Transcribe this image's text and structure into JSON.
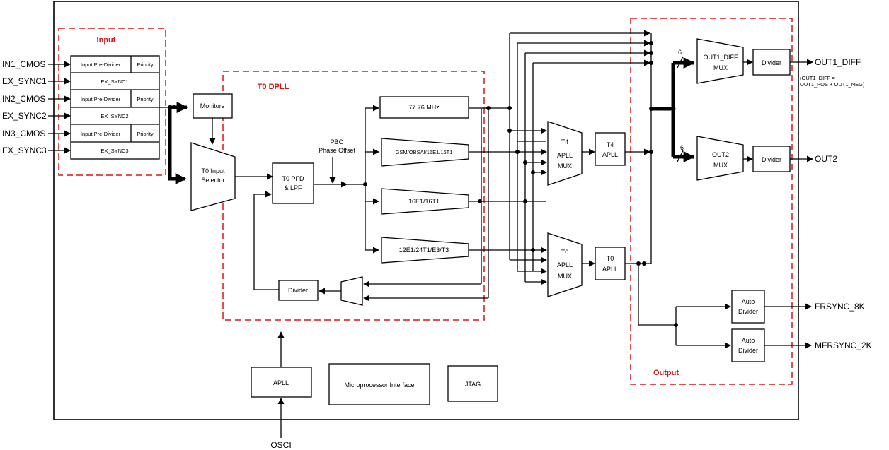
{
  "sections": {
    "input": "Input",
    "t0_dpll": "T0 DPLL",
    "output": "Output"
  },
  "inputs": {
    "in1_cmos": "IN1_CMOS",
    "ex_sync1": "EX_SYNC1",
    "in2_cmos": "IN2_CMOS",
    "ex_sync2": "EX_SYNC2",
    "in3_cmos": "IN3_CMOS",
    "ex_sync3": "EX_SYNC3",
    "pre_divider": "Input Pre-Divider",
    "priority": "Priority",
    "ex_sync1_cell": "EX_SYNC1",
    "ex_sync2_cell": "EX_SYNC2",
    "ex_sync3_cell": "EX_SYNC3"
  },
  "blocks": {
    "monitors": "Monitors",
    "t0_input_selector": [
      "T0 Input",
      "Selector"
    ],
    "t0_pfd_lpf": [
      "T0 PFD",
      "& LPF"
    ],
    "pbo_phase_offset": [
      "PBO",
      "Phase Offset"
    ],
    "freq_77_76": "77.76 MHz",
    "freq_gsm": "GSM/OBSAI/16E1/16T1",
    "freq_16e1": "16E1/16T1",
    "freq_12e1": "12E1/24T1/E3/T3",
    "divider_feedback": "Divider",
    "t4_apll_mux": [
      "T4",
      "APLL",
      "MUX"
    ],
    "t4_apll": [
      "T4",
      "APLL"
    ],
    "t0_apll_mux": [
      "T0",
      "APLL",
      "MUX"
    ],
    "t0_apll": [
      "T0",
      "APLL"
    ],
    "out1_diff_mux": [
      "OUT1_DIFF",
      "MUX"
    ],
    "out2_mux": [
      "OUT2",
      "MUX"
    ],
    "divider_out1": "Divider",
    "divider_out2": "Divider",
    "auto_divider_1": [
      "Auto",
      "Divider"
    ],
    "auto_divider_2": [
      "Auto",
      "Divider"
    ],
    "apll": "APLL",
    "microprocessor_interface": "Microprocessor Interface",
    "jtag": "JTAG"
  },
  "bus_widths": {
    "out1": "6",
    "out2": "6"
  },
  "outputs": {
    "out1_diff": "OUT1_DIFF",
    "out1_note": [
      "(OUT1_DIFF =",
      "OUT1_POS + OUT1_NEG)"
    ],
    "out2": "OUT2",
    "frsync_8k": "FRSYNC_8K",
    "mfrsync_2k": "MFRSYNC_2K",
    "osci": "OSCI"
  },
  "colors": {
    "section_border": "#e01010",
    "line": "#000000"
  }
}
